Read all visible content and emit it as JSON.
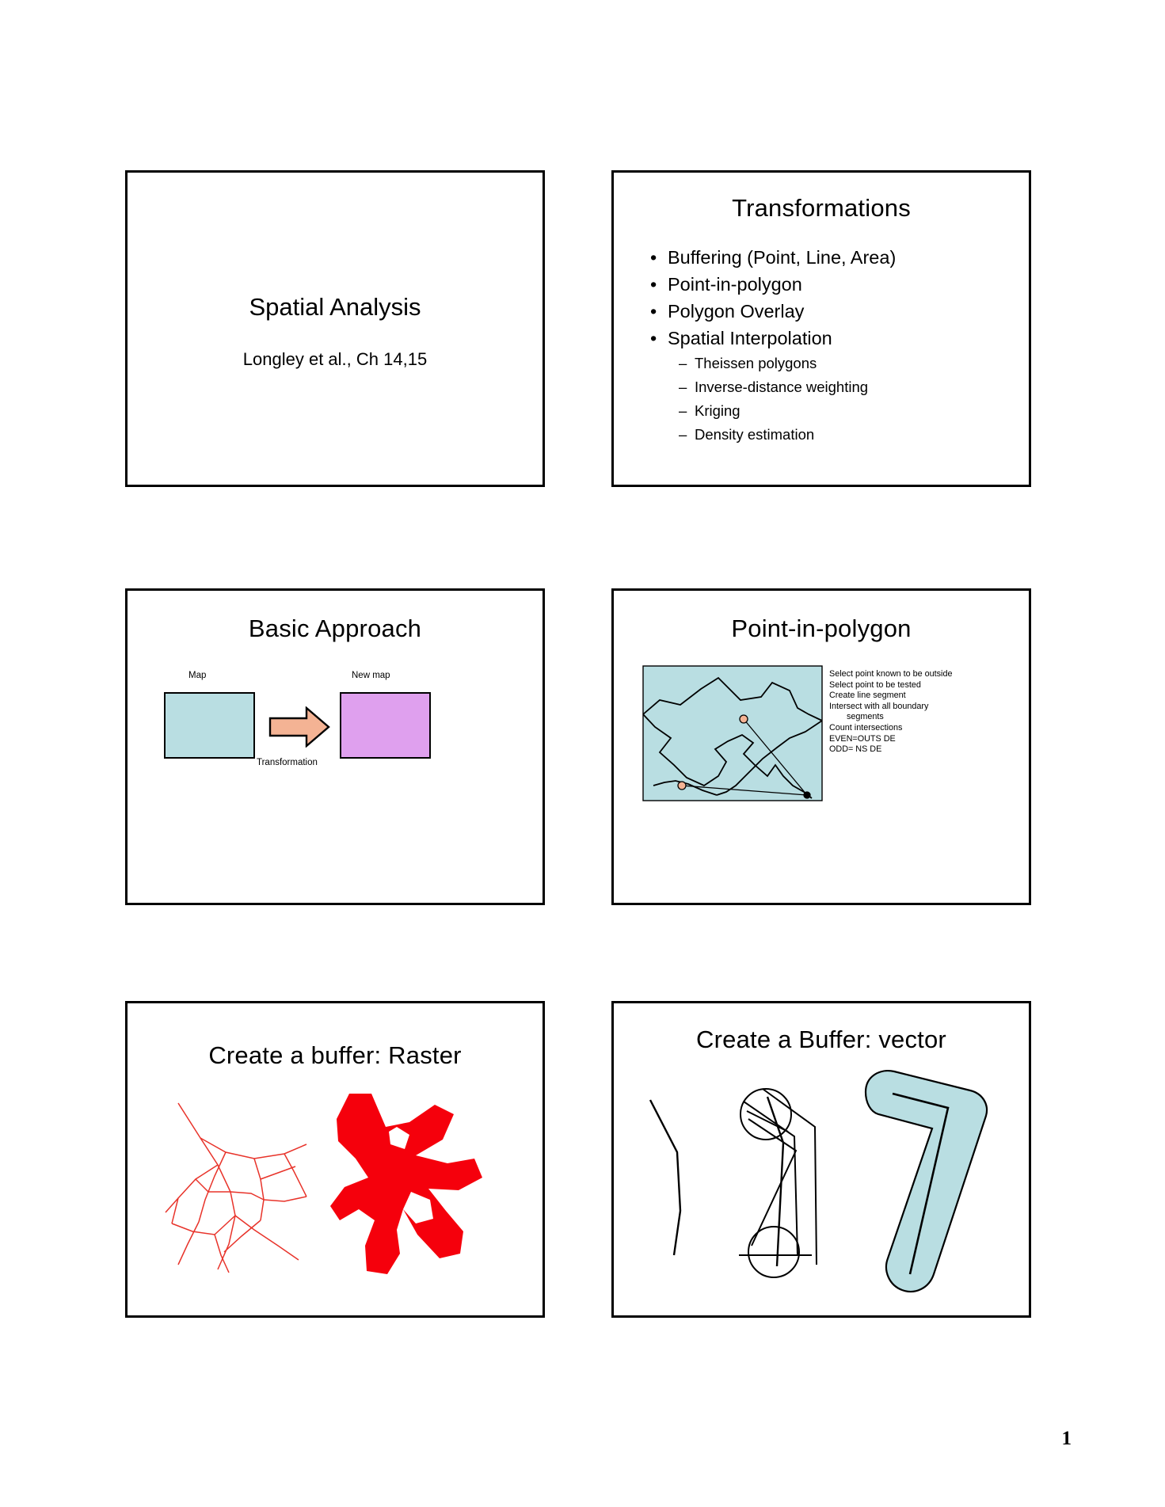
{
  "document": {
    "page_number": "1"
  },
  "slides": [
    {
      "id": "spatial-analysis",
      "title": "Spatial Analysis",
      "subtitle": "Longley et al., Ch 14,15"
    },
    {
      "id": "transformations",
      "title": "Transformations",
      "bullets": [
        {
          "level": 1,
          "marker": "•",
          "text": "Buffering (Point, Line, Area)"
        },
        {
          "level": 1,
          "marker": "•",
          "text": "Point-in-polygon"
        },
        {
          "level": 1,
          "marker": "•",
          "text": "Polygon Overlay"
        },
        {
          "level": 1,
          "marker": "•",
          "text": "Spatial Interpolation"
        },
        {
          "level": 2,
          "marker": "–",
          "text": "Theissen polygons"
        },
        {
          "level": 2,
          "marker": "–",
          "text": "Inverse-distance weighting"
        },
        {
          "level": 2,
          "marker": "–",
          "text": "Kriging"
        },
        {
          "level": 2,
          "marker": "–",
          "text": "Density estimation"
        }
      ]
    },
    {
      "id": "basic-approach",
      "title": "Basic Approach",
      "diagram": {
        "source_label": "Map",
        "result_label": "New map",
        "process_label": "Transformation",
        "source_color": "#B9DEE2",
        "result_color": "#DFA0EE",
        "arrow_color": "#F4B394"
      }
    },
    {
      "id": "point-in-polygon",
      "title": "Point-in-polygon",
      "map": {
        "fill_color": "#B9DEE2",
        "point_marker_color": "#F4B394"
      },
      "steps": [
        "Select point known to be outside",
        "Select point to be tested",
        "Create line segment",
        "Intersect with all boundary",
        "segments",
        "Count intersections",
        "EVEN=OUTS DE",
        "ODD= NS DE"
      ]
    },
    {
      "id": "create-buffer-raster",
      "title": "Create a buffer: Raster",
      "line_color": "#E8332A",
      "buffer_color": "#F5000C"
    },
    {
      "id": "create-buffer-vector",
      "title": "Create a Buffer: vector",
      "buffer_fill": "#B9DEE2",
      "line_color": "#000000"
    }
  ]
}
